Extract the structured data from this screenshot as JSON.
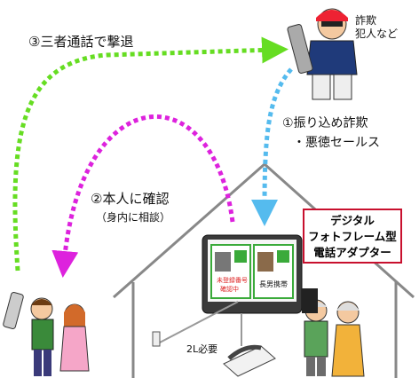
{
  "labels": {
    "step3": "③三者通話で撃退",
    "step2": "②本人に確認",
    "step2_sub": "（身内に相談）",
    "step1": "①振り込め詐欺",
    "step1_sub": "・悪徳セールス",
    "suspect_line1": "詐欺",
    "suspect_line2": "犯人など",
    "line_note": "2L必要"
  },
  "product": {
    "line1": "デジタル",
    "line2": "フォトフレーム型",
    "line3": "電話アダプター"
  },
  "screen": {
    "left_caption_1": "未登録番号",
    "left_caption_2": "確認中",
    "right_caption": "長男携帯"
  },
  "colors": {
    "step3_arrow": "#66dd22",
    "step2_arrow": "#dd22dd",
    "step1_arrow": "#55bbee",
    "product_border": "#c8102e"
  }
}
